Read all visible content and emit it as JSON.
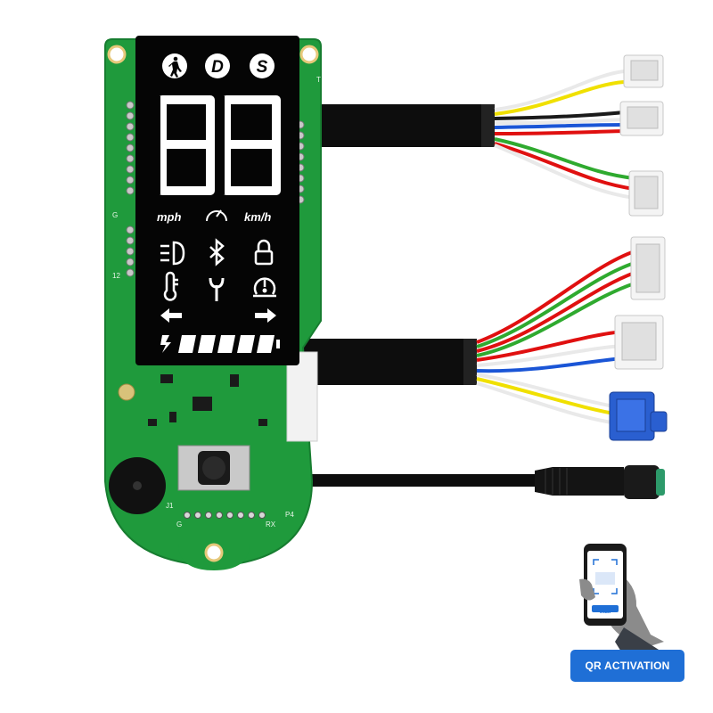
{
  "product": {
    "display": {
      "mode_icons": [
        "walking-person-icon",
        "D",
        "S"
      ],
      "speed_digits": "88",
      "unit_left": "mph",
      "unit_right": "km/h",
      "indicator_icons": [
        "headlight-icon",
        "bluetooth-icon",
        "lock-icon",
        "thermometer-icon",
        "wrench-icon",
        "tire-pressure-icon",
        "left-arrow-icon",
        "right-arrow-icon"
      ],
      "battery_segments": 5
    },
    "board": {
      "silkscreen": [
        "G",
        "12",
        "T",
        "G",
        "RX",
        "P4",
        "J1"
      ]
    },
    "cables": {
      "wire_colors": [
        "#f2f2f2",
        "#f0e000",
        "#1a1a1a",
        "#e01010",
        "#1a55d6",
        "#2faa2f"
      ],
      "connector_blue": "#2a5fd0",
      "board_green": "#1f9a3c"
    }
  },
  "badge": {
    "label": "QR ACTIVATION",
    "phone_button": "SCAN",
    "color": "#1f6fd6"
  }
}
